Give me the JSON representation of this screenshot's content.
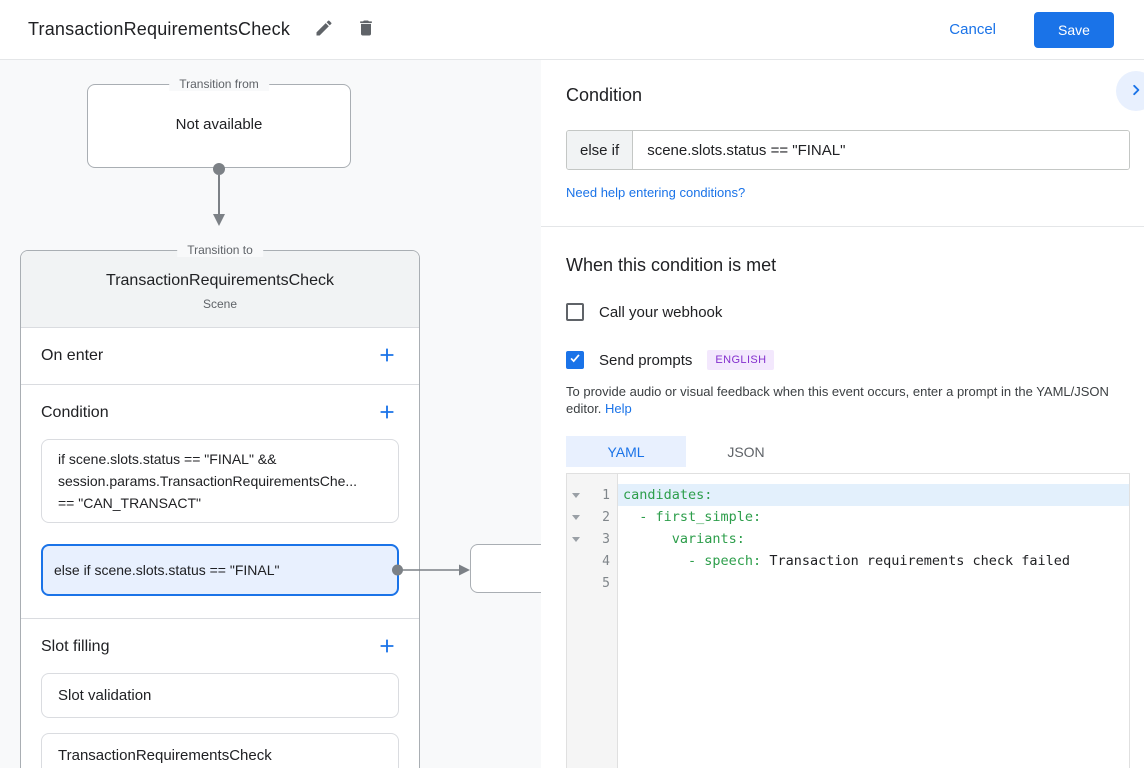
{
  "topbar": {
    "title": "TransactionRequirementsCheck",
    "cancel_label": "Cancel",
    "save_label": "Save"
  },
  "canvas": {
    "transition_from": {
      "label": "Transition from",
      "content": "Not available"
    },
    "scene_card": {
      "label": "Transition to",
      "title": "TransactionRequirementsCheck",
      "subtitle": "Scene",
      "on_enter_label": "On enter",
      "condition_label": "Condition",
      "condition_lines": [
        "if scene.slots.status == \"FINAL\" &&",
        "session.params.TransactionRequirementsChe...",
        "== \"CAN_TRANSACT\""
      ],
      "selected_condition": "else if scene.slots.status == \"FINAL\"",
      "slot_filling_label": "Slot filling",
      "slot_items": [
        "Slot validation",
        "TransactionRequirementsCheck"
      ]
    }
  },
  "panel": {
    "title": "Condition",
    "condition_prefix": "else if",
    "condition_value": "scene.slots.status == \"FINAL\"",
    "help_link": "Need help entering conditions?",
    "when_met_title": "When this condition is met",
    "webhook_label": "Call your webhook",
    "send_prompts_label": "Send prompts",
    "language_badge": "ENGLISH",
    "description": "To provide audio or visual feedback when this event occurs, enter a prompt in the YAML/JSON editor.",
    "description_link": "Help",
    "tabs": [
      {
        "label": "YAML",
        "active": true
      },
      {
        "label": "JSON",
        "active": false
      }
    ],
    "editor": {
      "lines": [
        {
          "number": 1,
          "key": "candidates:",
          "rest": ""
        },
        {
          "number": 2,
          "key": "  - first_simple:",
          "rest": ""
        },
        {
          "number": 3,
          "key": "      variants:",
          "rest": ""
        },
        {
          "number": 4,
          "key": "        - speech: ",
          "rest": "Transaction requirements check failed"
        },
        {
          "number": 5,
          "key": "",
          "rest": ""
        }
      ]
    }
  },
  "colors": {
    "accent_blue": "#1a73e8",
    "selected_fill": "#e8f0fe",
    "badge_bg": "#f3e8fd",
    "badge_text": "#8430ce",
    "yaml_key_green": "#2d9e4b",
    "canvas_bg": "#f8f9fa"
  }
}
